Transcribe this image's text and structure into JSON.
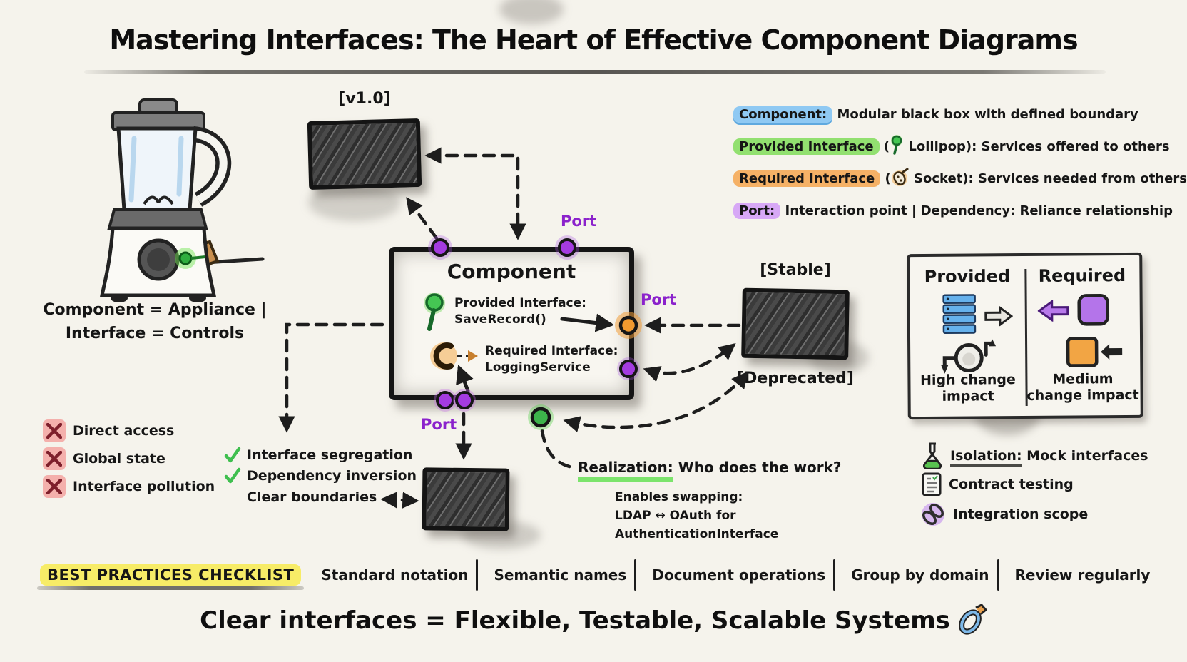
{
  "title": "Mastering Interfaces: The Heart of Effective Component Diagrams",
  "analogy": {
    "line1": "Component = Appliance |",
    "line2": "Interface = Controls"
  },
  "legend": {
    "component_term": "Component:",
    "component_rest": " Modular black box with defined boundary",
    "provided_term": "Provided Interface",
    "provided_open": " (",
    "provided_rest": " Lollipop): Services offered to others",
    "required_term": "Required Interface",
    "required_open": " (",
    "required_rest": " Socket): Services needed from others",
    "port_term": "Port:",
    "port_rest": " Interaction point | Dependency: Reliance relationship"
  },
  "diagram": {
    "version_tag": "[v1.0]",
    "component_title": "Component",
    "provided_interface_label": "Provided Interface:",
    "provided_interface_operation": "SaveRecord()",
    "required_interface_label": "Required Interface:",
    "required_interface_name": "LoggingService",
    "port_label_top": "Port",
    "port_label_right": "Port",
    "port_label_bottom": "Port",
    "stable_tag": "[Stable]",
    "deprecated_tag": "[Deprecated]"
  },
  "impact_panel": {
    "provided_header": "Provided",
    "required_header": "Required",
    "provided_caption": "High change impact",
    "required_caption": "Medium change impact"
  },
  "anti_patterns": [
    "Direct access",
    "Global state",
    "Interface pollution"
  ],
  "good_practices": [
    "Interface segregation",
    "Dependency inversion",
    "Clear boundaries"
  ],
  "realization": {
    "term": "Realization:",
    "question": " Who does the work?",
    "detail1": "Enables swapping:",
    "detail2": "LDAP ↔ OAuth for",
    "detail3": "AuthenticationInterface"
  },
  "testing": [
    {
      "term": "Isolation:",
      "rest": " Mock interfaces"
    },
    {
      "term": "",
      "rest": "Contract testing"
    },
    {
      "term": "",
      "rest": "Integration scope"
    }
  ],
  "checklist": {
    "title": "BEST PRACTICES CHECKLIST",
    "items": [
      "Standard notation",
      "Semantic names",
      "Document operations",
      "Group by domain",
      "Review regularly"
    ]
  },
  "tagline": "Clear interfaces = Flexible, Testable, Scalable Systems",
  "colors": {
    "purple": "#8b22cc",
    "green": "#3fb94c",
    "orange": "#f09c35",
    "highlight_blue": "#8fc9f3",
    "highlight_green": "#92e070",
    "highlight_orange": "#f5b166",
    "highlight_purple": "#d7a8f6",
    "highlight_yellow": "#f7ec67",
    "red_x": "#8e2433",
    "server_blue": "#66b1ec"
  }
}
